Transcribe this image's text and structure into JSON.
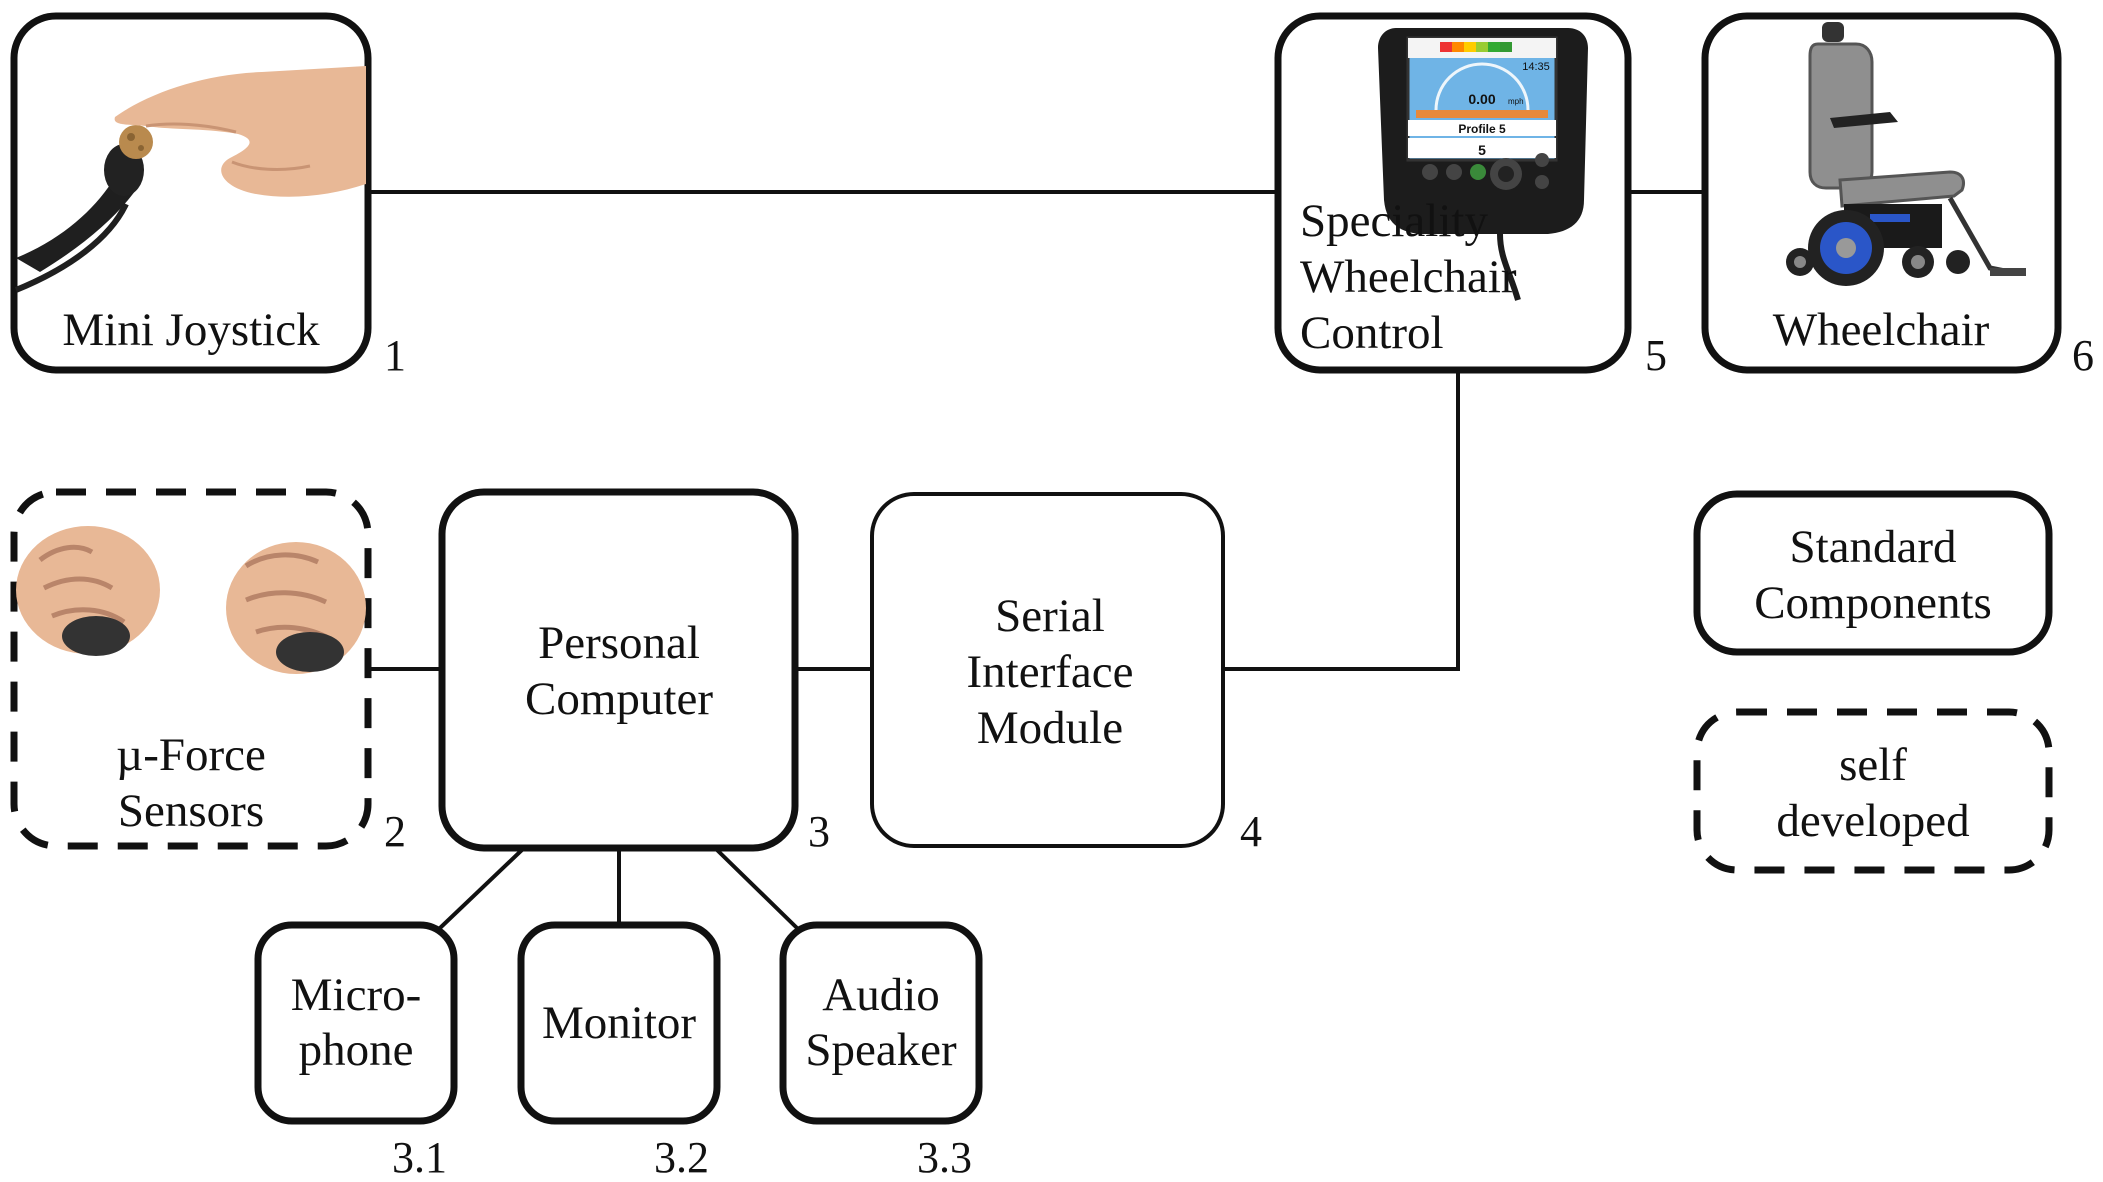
{
  "nodes": {
    "mini_joystick": {
      "label": "Mini Joystick",
      "number": "1"
    },
    "force_sensors": {
      "label_line1": "µ-Force",
      "label_line2": "Sensors",
      "number": "2"
    },
    "personal_computer": {
      "label_line1": "Personal",
      "label_line2": "Computer",
      "number": "3"
    },
    "microphone": {
      "label_line1": "Micro-",
      "label_line2": "phone",
      "number": "3.1"
    },
    "monitor": {
      "label": "Monitor",
      "number": "3.2"
    },
    "audio_speaker": {
      "label_line1": "Audio",
      "label_line2": "Speaker",
      "number": "3.3"
    },
    "serial_interface": {
      "label_line1": "Serial",
      "label_line2": "Interface",
      "label_line3": "Module",
      "number": "4"
    },
    "wheelchair_control": {
      "label_line1": "Speciality",
      "label_line2": "Wheelchair",
      "label_line3": "Control",
      "number": "5",
      "display_time": "14:35",
      "display_speed": "0.00",
      "display_speed_unit": "mph",
      "display_profile": "Profile 5",
      "display_gear": "5"
    },
    "wheelchair": {
      "label": "Wheelchair",
      "number": "6"
    }
  },
  "legend": {
    "standard": {
      "label_line1": "Standard",
      "label_line2": "Components"
    },
    "self_developed": {
      "label_line1": "self",
      "label_line2": "developed"
    }
  },
  "colors": {
    "stroke": "#111111",
    "background": "#ffffff",
    "skin": "#e8b896",
    "display_blue": "#6fb4e6",
    "wheel_blue": "#2a56c8"
  }
}
